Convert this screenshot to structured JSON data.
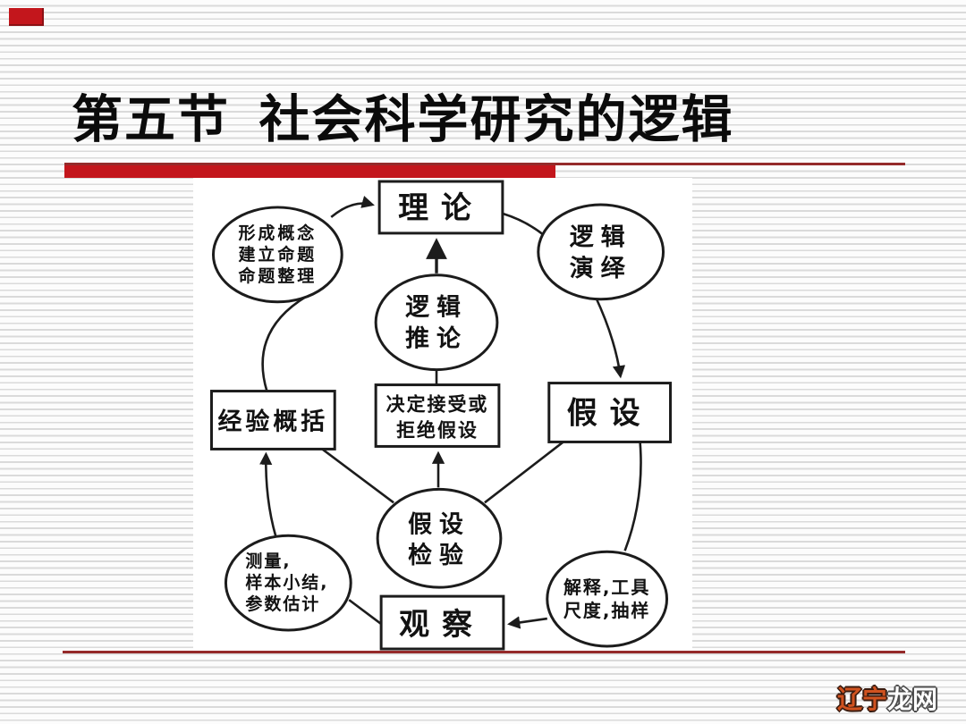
{
  "slide": {
    "title": "第五节  社会科学研究的逻辑",
    "watermark": {
      "part1": "辽宁",
      "part2": "龙网"
    },
    "colors": {
      "accent_bar_red": "#c3161c",
      "rule_maroon": "#952a2a",
      "diagram_ink": "#1c1c1c",
      "watermark_orange": "#d0521f",
      "watermark_white": "#ffffff",
      "stripe_gray": "#dadada"
    }
  },
  "diagram": {
    "boxes": {
      "theory": {
        "label": "理论"
      },
      "empirical_generalization": {
        "label": "经验概括"
      },
      "decision": {
        "lines": [
          "决定接受或",
          "拒绝假设"
        ]
      },
      "hypothesis": {
        "label": "假设"
      },
      "observation": {
        "label": "观察"
      }
    },
    "ellipses": {
      "concept_formation": {
        "lines": [
          "形成概念",
          "建立命题",
          "命题整理"
        ]
      },
      "logical_deduction": {
        "lines": [
          "逻辑",
          "演绎"
        ]
      },
      "logical_inference": {
        "lines": [
          "逻辑",
          "推论"
        ]
      },
      "hypothesis_testing": {
        "lines": [
          "假设",
          "检验"
        ]
      },
      "measurement": {
        "lines": [
          "测量,",
          "样本小结,",
          "参数估计"
        ]
      },
      "interpretation_tools": {
        "lines": [
          "解释,工具",
          "尺度,抽样"
        ]
      }
    }
  }
}
